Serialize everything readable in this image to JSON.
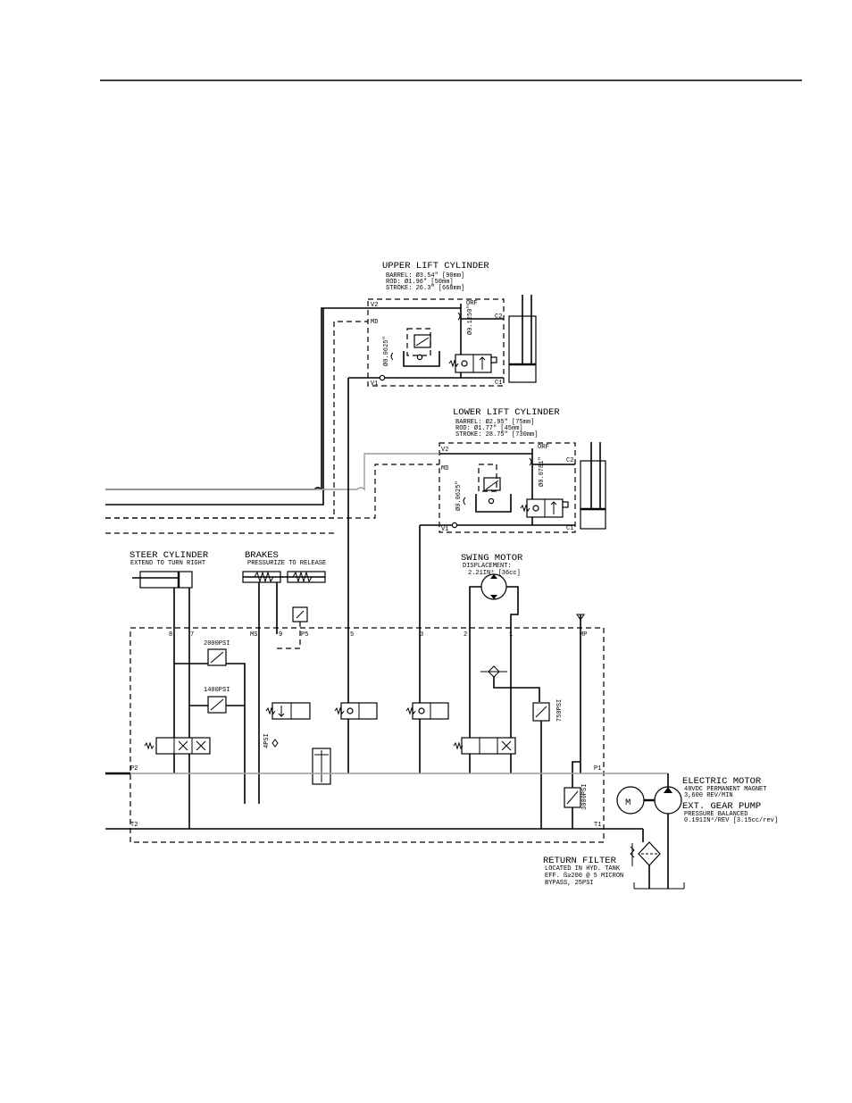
{
  "upper_cyl": {
    "title": "UPPER LIFT CYLINDER",
    "spec1": "BARREL:     Ø3.54\" [90mm]",
    "spec2": "ROD:        Ø1.96\" [50mm]",
    "spec3": "STROKE:     26.3\" [668mm]",
    "v2": "V2",
    "md": "MD",
    "v1": "V1",
    "c2": "C2",
    "c1": "C1",
    "orf": "ORF",
    "orifice_a": "Ø0.1250\"",
    "orifice_b": "Ø0.0625\""
  },
  "lower_cyl": {
    "title": "LOWER LIFT CYLINDER",
    "spec1": "BARREL:     Ø2.95\" [75mm]",
    "spec2": "ROD:        Ø1.77\" [45mm]",
    "spec3": "STROKE:     28.75\" [730mm]",
    "v2": "V2",
    "md": "MD",
    "v1": "V1",
    "c2": "C2",
    "c1": "C1",
    "orf": "ORF",
    "orifice_a": "Ø0.0781\"",
    "orifice_b": "Ø0.0625\""
  },
  "steer": {
    "title": "STEER CYLINDER",
    "note": "EXTEND TO TURN RIGHT"
  },
  "brakes": {
    "title": "BRAKES",
    "note": "PRESSURIZE TO RELEASE"
  },
  "swing": {
    "title": "SWING MOTOR",
    "disp": "DISPLACEMENT:",
    "disp_value": "2.21IN³ [36cc]"
  },
  "manifold": {
    "ports": [
      "8",
      "7",
      "MS",
      "9",
      "P5",
      "5",
      "3",
      "2",
      "1",
      "MP"
    ],
    "relief_2000": "2000PSI",
    "relief_1400": "1400PSI",
    "check_4psi": "4PSI",
    "relief_750": "750PSI",
    "relief_3000": "3000PSI",
    "p2": "P2",
    "t2": "T2",
    "p1": "P1",
    "t1": "T1"
  },
  "motor": {
    "title": "ELECTRIC MOTOR",
    "line1": "48VDC PERMANENT MAGNET",
    "line2": "3,600 REV/MIN",
    "symbol": "M"
  },
  "pump": {
    "title": "EXT. GEAR PUMP",
    "line1": "PRESSURE BALANCED",
    "line2": "0.191IN³/REV [3.15cc/rev]"
  },
  "filter": {
    "title": "RETURN FILTER",
    "line1": "LOCATED IN HYD. TANK",
    "line2": "EFF. ß≥200 @ 5 MICRON",
    "line3": "BYPASS, 25PSI"
  }
}
